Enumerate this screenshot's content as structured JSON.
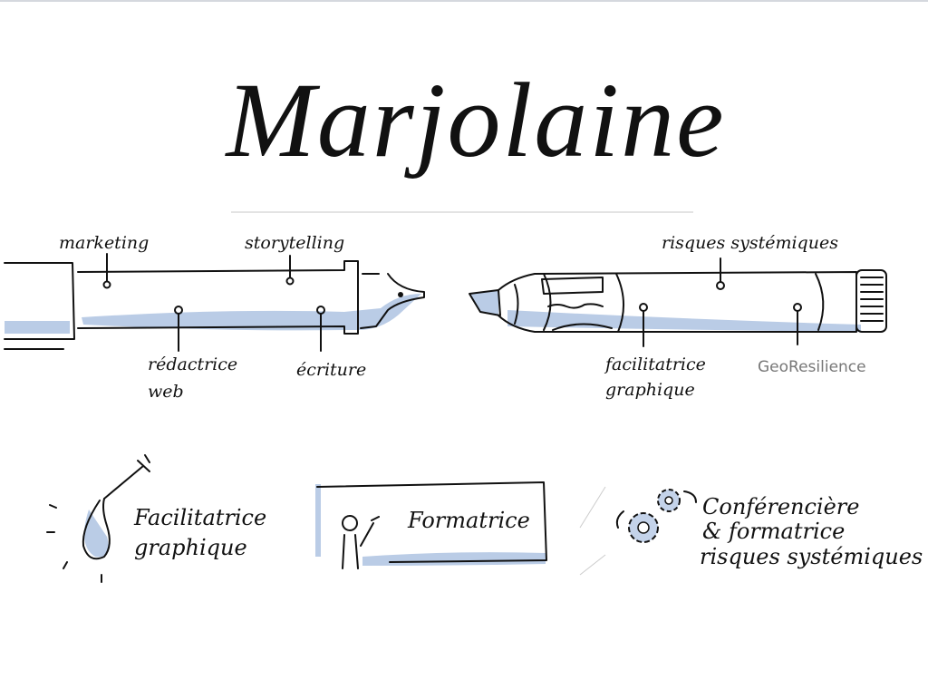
{
  "title": "Marjolaine",
  "fountain_pen": {
    "labels": [
      "marketing",
      "storytelling",
      "rédactrice",
      "web",
      "écriture"
    ]
  },
  "marker": {
    "labels": [
      "risques systémiques",
      "facilitatrice",
      "graphique",
      "GeoResilience"
    ]
  },
  "roles": {
    "facilitation": [
      "Facilitatrice",
      "graphique"
    ],
    "training": "Formatrice",
    "speaker": [
      "Conférencière",
      "& formatrice",
      "risques systémiques"
    ]
  },
  "colors": {
    "ink": "#111111",
    "wash": "#a9bfe0"
  }
}
